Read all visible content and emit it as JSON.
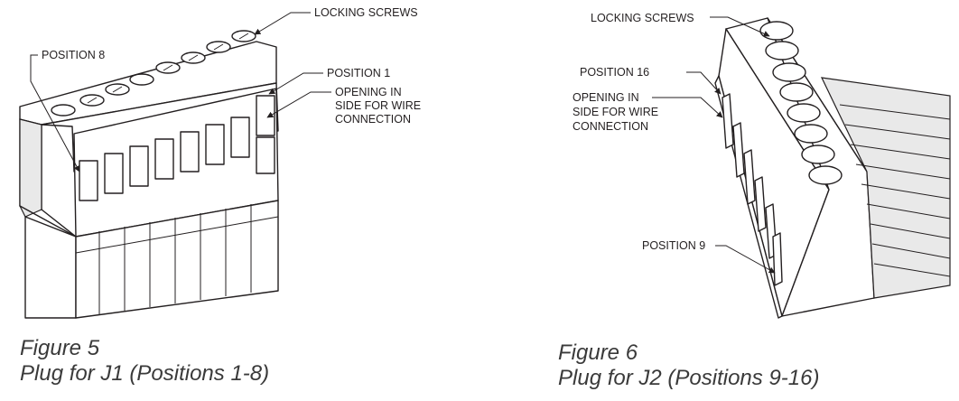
{
  "figure5": {
    "labels": {
      "locking_screws": "LOCKING SCREWS",
      "position_8": "POSITION 8",
      "position_1": "POSITION 1",
      "opening_line1": "OPENING IN",
      "opening_line2": "SIDE FOR WIRE",
      "opening_line3": "CONNECTION"
    },
    "caption_line1": "Figure 5",
    "caption_line2": "Plug for J1 (Positions 1-8)"
  },
  "figure6": {
    "labels": {
      "locking_screws": "LOCKING SCREWS",
      "position_16": "POSITION 16",
      "opening_line1": "OPENING IN",
      "opening_line2": "SIDE FOR WIRE",
      "opening_line3": "CONNECTION",
      "position_9": "POSITION 9"
    },
    "caption_line1": "Figure 6",
    "caption_line2": "Plug for J2 (Positions 9-16)"
  }
}
